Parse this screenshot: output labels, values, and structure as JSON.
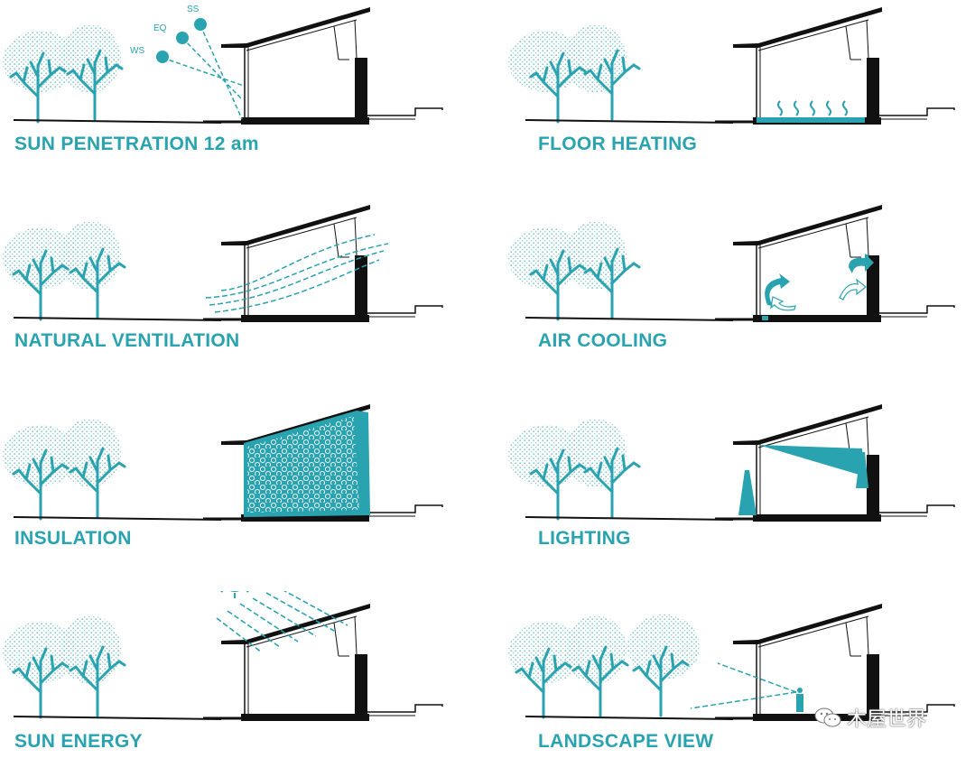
{
  "colors": {
    "accent": "#2aa3b0",
    "ink": "#111111",
    "foliage": "#7fc6cd"
  },
  "panels": [
    {
      "id": "sun-penetration",
      "title": "SUN PENETRATION 12 am",
      "sun_labels": [
        "SS",
        "EQ",
        "WS"
      ]
    },
    {
      "id": "floor-heating",
      "title": "FLOOR HEATING"
    },
    {
      "id": "natural-ventilation",
      "title": "NATURAL VENTILATION"
    },
    {
      "id": "air-cooling",
      "title": "AIR COOLING"
    },
    {
      "id": "insulation",
      "title": "INSULATION"
    },
    {
      "id": "lighting",
      "title": "LIGHTING"
    },
    {
      "id": "sun-energy",
      "title": "SUN ENERGY"
    },
    {
      "id": "landscape-view",
      "title": "LANDSCAPE VIEW"
    }
  ],
  "watermark": {
    "text": "木屋世界",
    "icon": "wechat-icon"
  }
}
